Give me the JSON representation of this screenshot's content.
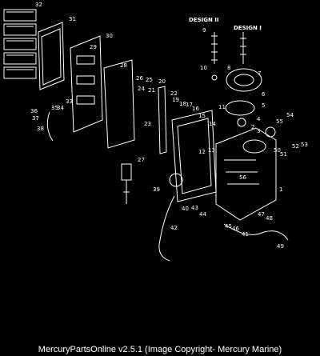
{
  "design_labels": [
    "DESIGN II",
    "DESIGN I"
  ],
  "callouts": [
    "32",
    "31",
    "30",
    "29",
    "28",
    "26",
    "25",
    "20",
    "24",
    "21",
    "22",
    "19",
    "18",
    "17",
    "16",
    "15",
    "14",
    "13",
    "12",
    "10",
    "11",
    "9",
    "8",
    "7",
    "6",
    "5",
    "4",
    "3",
    "2",
    "1",
    "27",
    "23",
    "33",
    "34",
    "35",
    "36",
    "37",
    "38",
    "39",
    "40",
    "41",
    "42",
    "43",
    "44",
    "45",
    "46",
    "47",
    "48",
    "49",
    "50",
    "51",
    "52",
    "53",
    "54",
    "55",
    "56"
  ],
  "footer": "MercuryPartsOnline v2.5.1 (Image Copyright- Mercury Marine)"
}
